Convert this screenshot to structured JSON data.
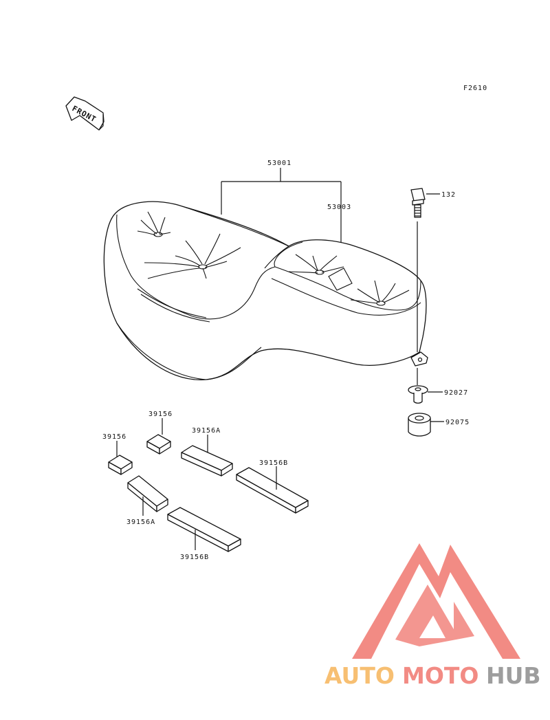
{
  "figure_code": "F2610",
  "front_label": "FRONT",
  "colors": {
    "line": "#111111",
    "watermark_red": "#f0776f",
    "watermark_orange": "#f6b55a",
    "watermark_gray": "#8c8c8c"
  },
  "parts": {
    "seat_assy": "53001",
    "seat_cover": "53003",
    "bolt": "132",
    "collar": "92027",
    "grommet": "92075",
    "pad_upper": "39156",
    "pad_left": "39156",
    "pad_a_upper": "39156A",
    "pad_a_lower": "39156A",
    "pad_b_upper": "39156B",
    "pad_b_lower": "39156B"
  },
  "watermark": {
    "icon": "triangle-m-logo-icon",
    "part1": "AUTO",
    "part2": "MOTO",
    "part3": "HUB"
  }
}
